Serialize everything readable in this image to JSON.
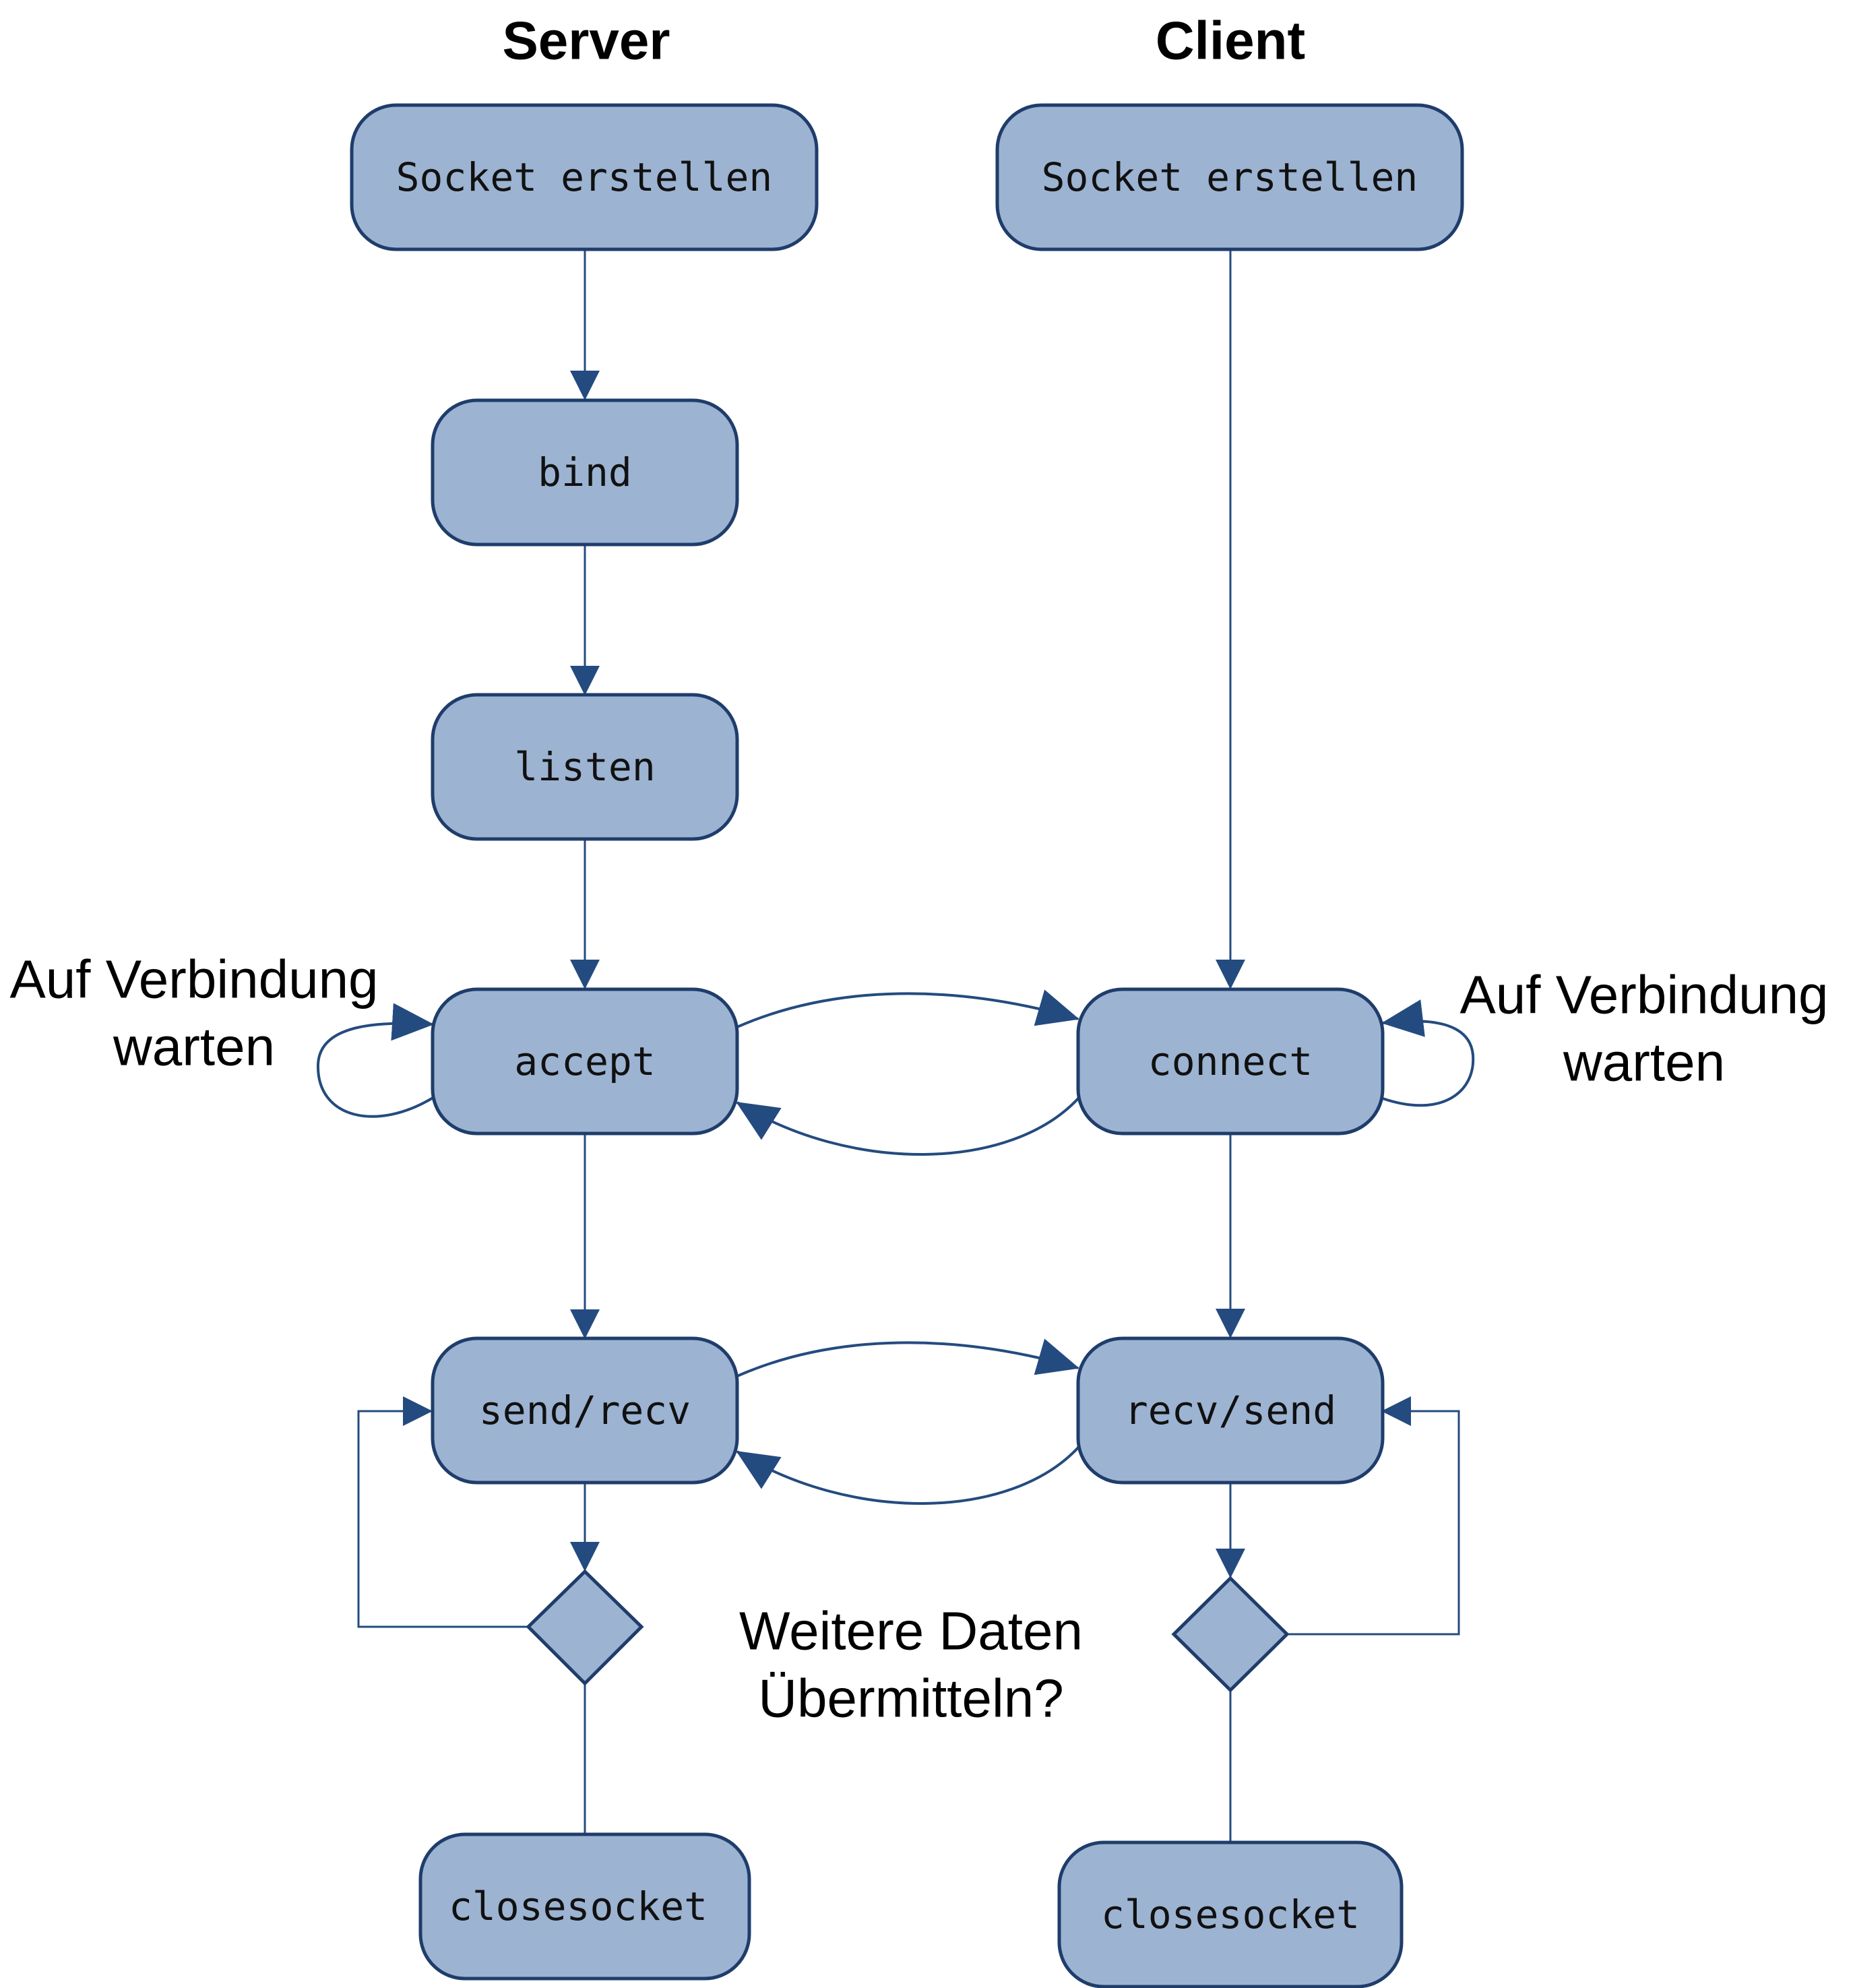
{
  "colors": {
    "node_fill": "#9cb3d2",
    "node_stroke": "#1f3d6b",
    "edge": "#244b7f",
    "text": "#000000"
  },
  "headings": {
    "server": "Server",
    "client": "Client"
  },
  "server_nodes": {
    "socket": "Socket erstellen",
    "bind": "bind",
    "listen": "listen",
    "accept": "accept",
    "send_recv": "send/recv",
    "close": "closesocket"
  },
  "client_nodes": {
    "socket": "Socket erstellen",
    "connect": "connect",
    "recv_send": "recv/send",
    "close": "closesocket"
  },
  "labels": {
    "wait_left": [
      "Auf Verbindung",
      "warten"
    ],
    "wait_right": [
      "Auf Verbindung",
      "warten"
    ],
    "more_data": [
      "Weitere Daten",
      "Übermitteln?"
    ]
  }
}
